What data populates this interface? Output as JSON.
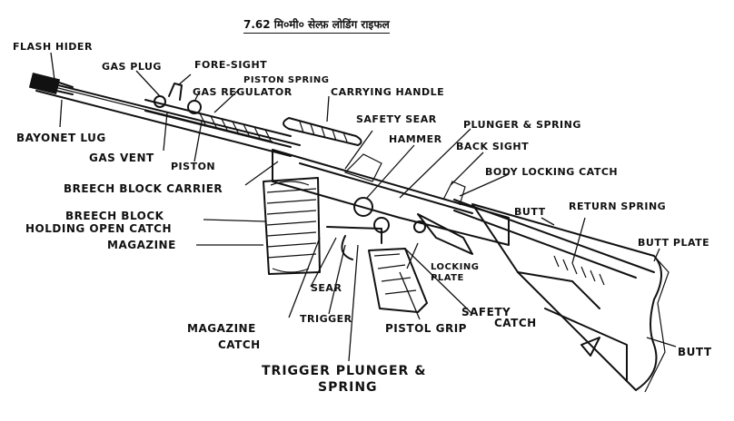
{
  "title": "7.62 मि०मी० सेल्फ़ लोडिंग राइफल",
  "labels": {
    "flash_hider": "FLASH HIDER",
    "gas_plug": "GAS PLUG",
    "fore_sight": "FORE-SIGHT",
    "piston_spring": "PISTON SPRING",
    "gas_regulator": "GAS REGULATOR",
    "carrying_handle": "CARRYING HANDLE",
    "bayonet_lug": "BAYONET LUG",
    "gas_vent": "GAS VENT",
    "piston": "PISTON",
    "safety_sear": "SAFETY SEAR",
    "plunger_spring": "PLUNGER & SPRING",
    "hammer": "HAMMER",
    "back_sight": "BACK SIGHT",
    "body_locking_catch": "BODY LOCKING CATCH",
    "breech_block_carrier": "BREECH BLOCK CARRIER",
    "breech_block_holding_open_catch_1": "BREECH BLOCK",
    "breech_block_holding_open_catch_2": "HOLDING OPEN CATCH",
    "magazine": "MAGAZINE",
    "butt": "BUTT",
    "return_spring": "RETURN SPRING",
    "butt_plate": "BUTT PLATE",
    "locking_plate_1": "LOCKING",
    "locking_plate_2": "PLATE",
    "sear": "SEAR",
    "trigger": "TRIGGER",
    "safety_catch_1": "SAFETY",
    "safety_catch_2": "CATCH",
    "pistol_grip": "PISTOL GRIP",
    "magazine_catch_1": "MAGAZINE",
    "magazine_catch_2": "CATCH",
    "butt_bottom": "BUTT",
    "trigger_plunger_1": "TRIGGER PLUNGER &",
    "trigger_plunger_2": "SPRING"
  }
}
